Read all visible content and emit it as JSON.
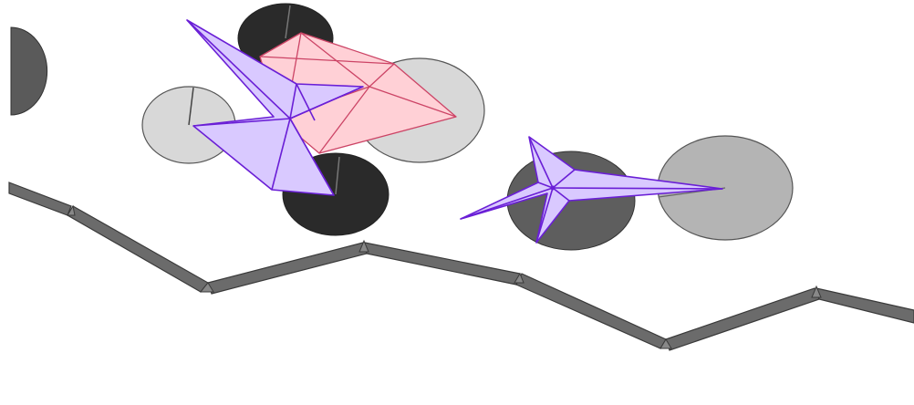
{
  "scene": {
    "background": "#ffffff",
    "palette": {
      "ground_fill": "#6b6b6b",
      "ground_stroke": "#3a3a3a",
      "wheel_black": "#2a2a2a",
      "wheel_dark_grey": "#5e5e5e",
      "wheel_mid_grey": "#b4b4b4",
      "wheel_light_grey": "#d8d8d8",
      "body_violet_fill": "#d9c9ff",
      "body_violet_stroke": "#6a1fd6",
      "body_pink_fill": "#ffd0d6",
      "body_pink_stroke": "#cc4466",
      "outline": "#444444"
    },
    "ground_name": "terrain-ground",
    "vehicle_left_name": "left-creature-vehicle",
    "vehicle_right_name": "right-creature-vehicle"
  }
}
